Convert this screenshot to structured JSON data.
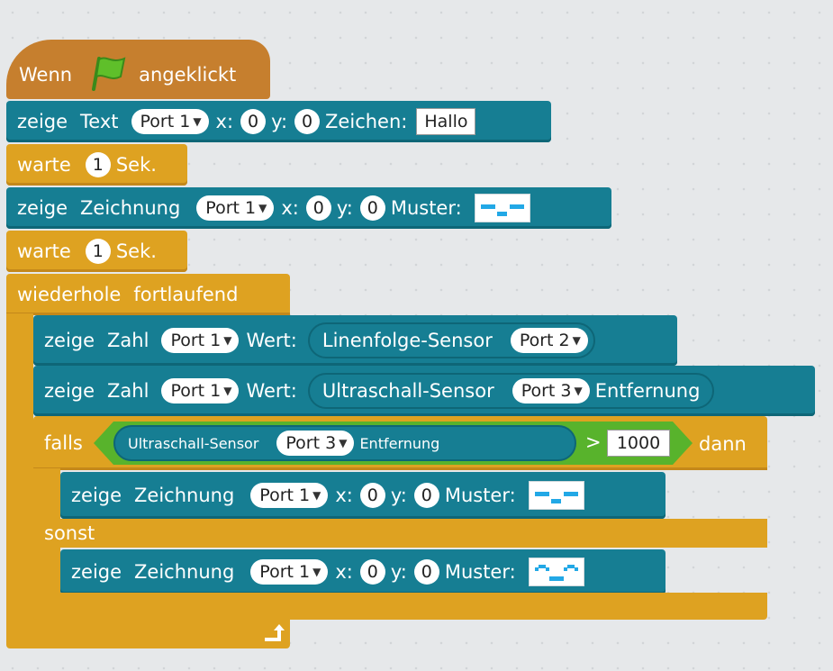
{
  "colors": {
    "event": "#c67f2e",
    "display": "#167e93",
    "control": "#dea221",
    "operator": "#58b32c",
    "pixel": "#22a8e6"
  },
  "hat": {
    "when": "Wenn",
    "flag_icon": "green-flag-icon",
    "clicked": "angeklickt"
  },
  "show_text": {
    "show": "zeige",
    "text": "Text",
    "port": "Port 1",
    "x_label": "x:",
    "x": "0",
    "y_label": "y:",
    "y": "0",
    "chars_label": "Zeichen:",
    "chars": "Hallo"
  },
  "wait1": {
    "wait": "warte",
    "value": "1",
    "unit": "Sek."
  },
  "show_drawing1": {
    "show": "zeige",
    "drawing": "Zeichnung",
    "port": "Port 1",
    "x_label": "x:",
    "x": "0",
    "y_label": "y:",
    "y": "0",
    "pattern_label": "Muster:"
  },
  "wait2": {
    "wait": "warte",
    "value": "1",
    "unit": "Sek."
  },
  "forever": {
    "repeat": "wiederhole",
    "forever": "fortlaufend",
    "loop_icon": "loop-arrow-icon"
  },
  "show_number1": {
    "show": "zeige",
    "number": "Zahl",
    "port": "Port 1",
    "value_label": "Wert:",
    "sensor": "Linenfolge-Sensor",
    "sensor_port": "Port 2"
  },
  "show_number2": {
    "show": "zeige",
    "number": "Zahl",
    "port": "Port 1",
    "value_label": "Wert:",
    "sensor": "Ultraschall-Sensor",
    "sensor_port": "Port 3",
    "measure": "Entfernung"
  },
  "if_block": {
    "if": "falls",
    "sensor": "Ultraschall-Sensor",
    "sensor_port": "Port 3",
    "measure": "Entfernung",
    "operator": ">",
    "threshold": "1000",
    "then": "dann",
    "else": "sonst"
  },
  "show_drawing2": {
    "show": "zeige",
    "drawing": "Zeichnung",
    "port": "Port 1",
    "x_label": "x:",
    "x": "0",
    "y_label": "y:",
    "y": "0",
    "pattern_label": "Muster:"
  },
  "show_drawing3": {
    "show": "zeige",
    "drawing": "Zeichnung",
    "port": "Port 1",
    "x_label": "x:",
    "x": "0",
    "y_label": "y:",
    "y": "0",
    "pattern_label": "Muster:"
  }
}
